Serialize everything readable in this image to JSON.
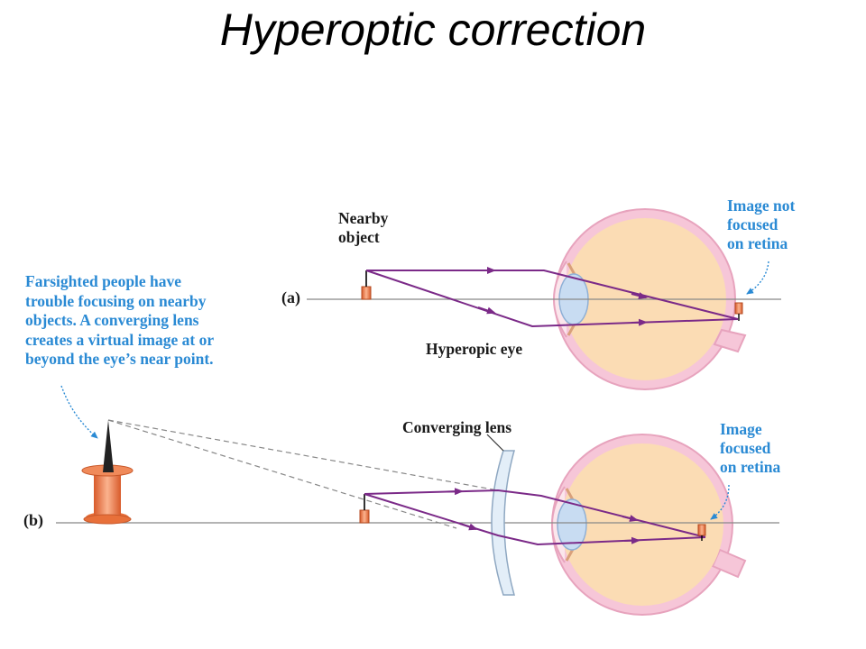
{
  "title": "Hyperoptic correction",
  "labels": {
    "nearby_object": [
      "Nearby",
      "object"
    ],
    "image_not_focused": [
      "Image not",
      "focused",
      "on retina"
    ],
    "hyperopic_eye": "Hyperopic eye",
    "farsighted_caption": [
      "Farsighted people have",
      "trouble focusing on nearby",
      "objects. A converging lens",
      "creates a virtual image at or",
      "beyond the eye’s near point."
    ],
    "converging_lens": "Converging lens",
    "image_focused": [
      "Image",
      "focused",
      "on retina"
    ],
    "panel_a": "(a)",
    "panel_b": "(b)"
  },
  "colors": {
    "ray": "#7b2a88",
    "annotation": "#2a8ad4",
    "eye_fill": "#fbdcb4",
    "sclera": "#f2b8cc",
    "lens_fill": "#c8dcf2",
    "object": "#e8703a"
  }
}
